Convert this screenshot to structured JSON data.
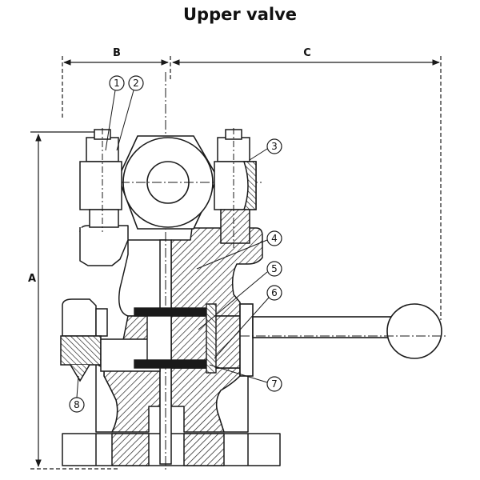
{
  "title": "Upper valve",
  "dimensions": {
    "a": "A",
    "b": "B",
    "c": "C"
  },
  "callouts": [
    "1",
    "2",
    "3",
    "4",
    "5",
    "6",
    "7",
    "8"
  ],
  "colors": {
    "line": "#1a1a1a",
    "paper": "#ffffff"
  }
}
